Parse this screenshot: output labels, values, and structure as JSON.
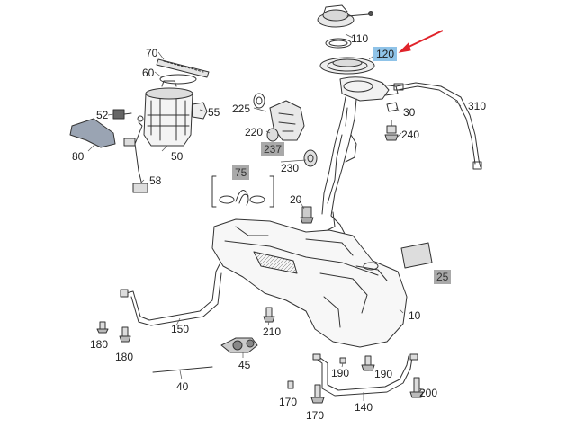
{
  "diagram": {
    "highlight_color": "#8fc3e8",
    "arrow_color": "#e0242b",
    "highlighted_part": "120",
    "labels": [
      {
        "id": "p110",
        "text": "110"
      },
      {
        "id": "p120",
        "text": "120"
      },
      {
        "id": "p70",
        "text": "70"
      },
      {
        "id": "p60",
        "text": "60"
      },
      {
        "id": "p52",
        "text": "52"
      },
      {
        "id": "p55",
        "text": "55"
      },
      {
        "id": "p225",
        "text": "225"
      },
      {
        "id": "p220",
        "text": "220"
      },
      {
        "id": "p237",
        "text": "237"
      },
      {
        "id": "p230",
        "text": "230"
      },
      {
        "id": "p30",
        "text": "30"
      },
      {
        "id": "p240",
        "text": "240"
      },
      {
        "id": "p310",
        "text": "310"
      },
      {
        "id": "p80",
        "text": "80"
      },
      {
        "id": "p50",
        "text": "50"
      },
      {
        "id": "p58",
        "text": "58"
      },
      {
        "id": "p75",
        "text": "75"
      },
      {
        "id": "p20",
        "text": "20"
      },
      {
        "id": "p25",
        "text": "25"
      },
      {
        "id": "p10",
        "text": "10"
      },
      {
        "id": "p150",
        "text": "150"
      },
      {
        "id": "p180a",
        "text": "180"
      },
      {
        "id": "p180b",
        "text": "180"
      },
      {
        "id": "p210",
        "text": "210"
      },
      {
        "id": "p45",
        "text": "45"
      },
      {
        "id": "p40",
        "text": "40"
      },
      {
        "id": "p190a",
        "text": "190"
      },
      {
        "id": "p190b",
        "text": "190"
      },
      {
        "id": "p170a",
        "text": "170"
      },
      {
        "id": "p170b",
        "text": "170"
      },
      {
        "id": "p140",
        "text": "140"
      },
      {
        "id": "p200",
        "text": "200"
      }
    ]
  }
}
